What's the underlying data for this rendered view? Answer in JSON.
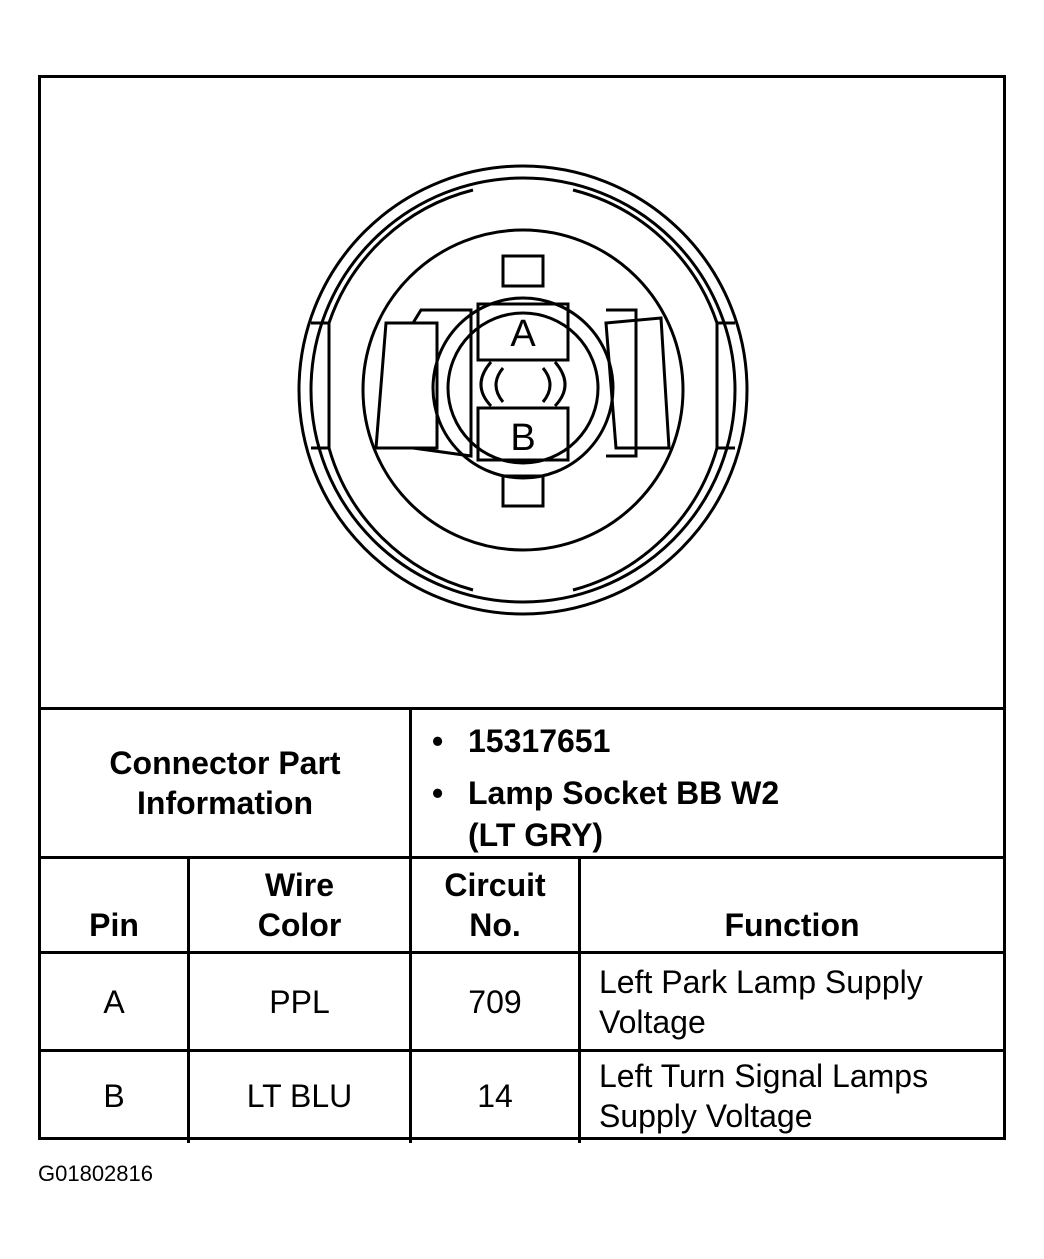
{
  "diagram": {
    "pin_labels": [
      "A",
      "B"
    ]
  },
  "connector_info": {
    "label": "Connector Part Information",
    "items": [
      "15317651",
      "Lamp Socket BB W2 (LT GRY)"
    ],
    "item_lines": [
      [
        "15317651"
      ],
      [
        "Lamp Socket BB W2",
        "(LT GRY)"
      ]
    ]
  },
  "table": {
    "headers": {
      "pin": "Pin",
      "wire_color": [
        "Wire",
        "Color"
      ],
      "circuit": [
        "Circuit",
        "No."
      ],
      "function": "Function"
    },
    "rows": [
      {
        "pin": "A",
        "wire_color": "PPL",
        "circuit": "709",
        "function": [
          "Left Park Lamp Supply",
          "Voltage"
        ]
      },
      {
        "pin": "B",
        "wire_color": "LT BLU",
        "circuit": "14",
        "function": [
          "Left Turn Signal Lamps",
          "Supply Voltage"
        ]
      }
    ]
  },
  "figure_id": "G01802816"
}
